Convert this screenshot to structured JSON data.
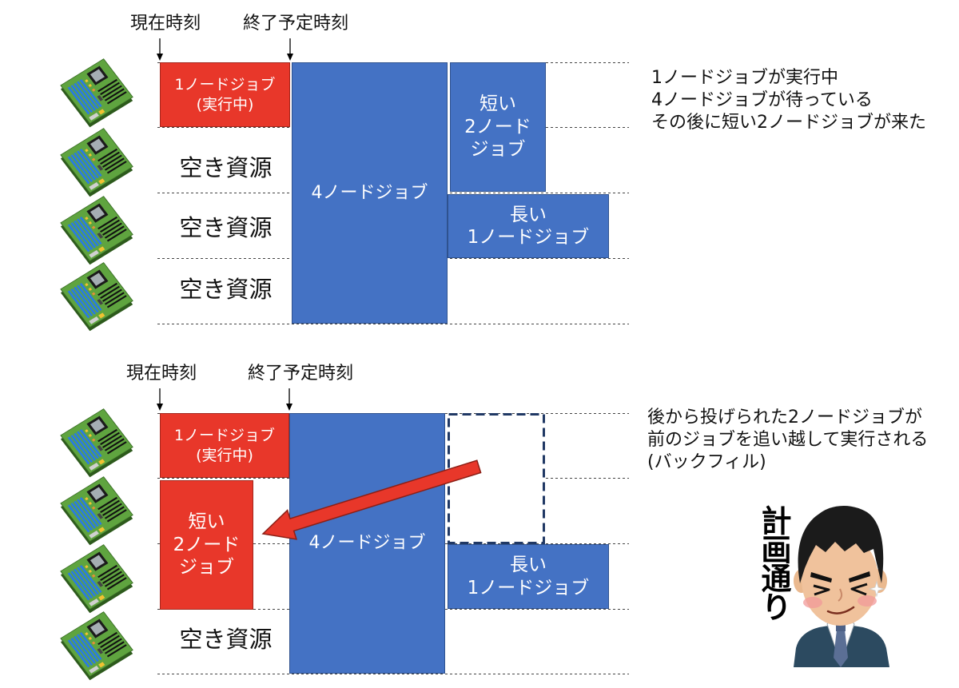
{
  "colors": {
    "running_job": "#e8372a",
    "queued_job": "#4472c4",
    "backfill_slot_border": "#203864",
    "backfill_arrow": "#e8372a",
    "node_board": "#5fa43f"
  },
  "icons": {
    "compute_node": "motherboard-icon",
    "character": "smug-businessman-illustration"
  },
  "top_scenario": {
    "current_time_label": "現在時刻",
    "end_time_label": "終了予定時刻",
    "running_job": [
      "1ノードジョブ",
      "(実行中)"
    ],
    "free_resource_labels": [
      "空き資源",
      "空き資源",
      "空き資源"
    ],
    "four_node_job": "4ノードジョブ",
    "short_job": [
      "短い",
      "2ノード",
      "ジョブ"
    ],
    "long_job": [
      "長い",
      "1ノードジョブ"
    ],
    "description": [
      "1ノードジョブが実行中",
      "4ノードジョブが待っている",
      "その後に短い2ノードジョブが来た"
    ]
  },
  "bottom_scenario": {
    "current_time_label": "現在時刻",
    "end_time_label": "終了予定時刻",
    "running_job": [
      "1ノードジョブ",
      "(実行中)"
    ],
    "short_job": [
      "短い",
      "2ノード",
      "ジョブ"
    ],
    "free_resource_labels": [
      "空き資源"
    ],
    "four_node_job": "4ノードジョブ",
    "long_job": [
      "長い",
      "1ノードジョブ"
    ],
    "description": [
      "後から投げられた2ノードジョブが",
      "前のジョブを追い越して実行される",
      "(バックフィル)"
    ],
    "caption": "計画通り"
  }
}
